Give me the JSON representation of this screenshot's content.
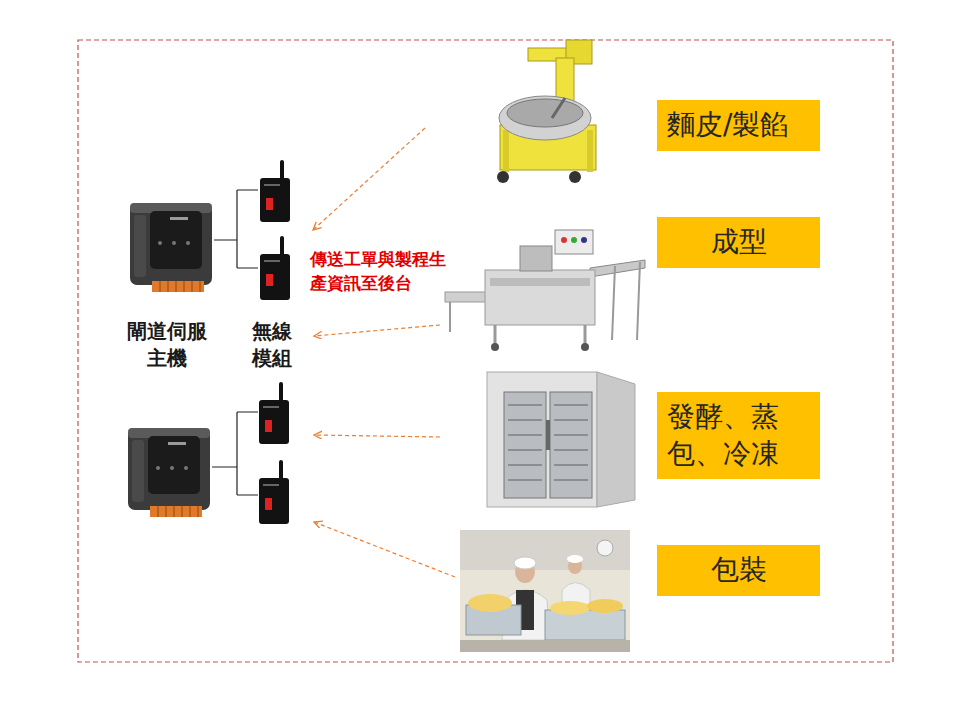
{
  "diagram": {
    "nodes": [
      {
        "text": [
          "麵皮/製餡"
        ]
      },
      {
        "text": [
          "成型"
        ]
      },
      {
        "text": [
          "發酵、蒸 包、冷凍"
        ]
      },
      {
        "text": [
          "包裝"
        ]
      }
    ],
    "labels": [
      "閘道伺服 主機",
      "無線 模組",
      "傳送工單與製程生 產資訊至後台"
    ]
  }
}
